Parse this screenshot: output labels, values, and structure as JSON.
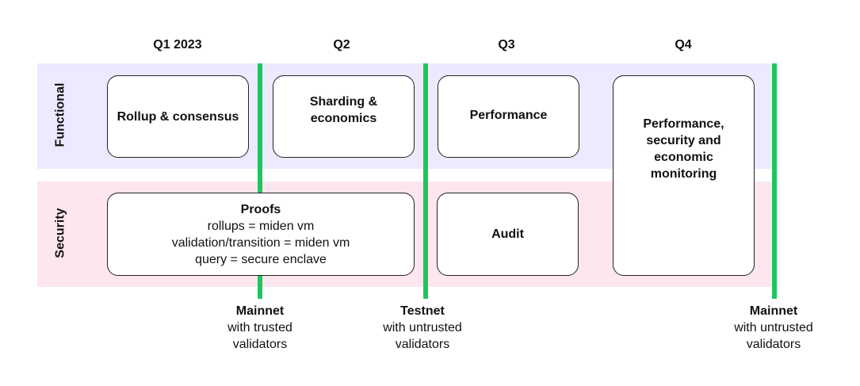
{
  "quarters": [
    "Q1 2023",
    "Q2",
    "Q3",
    "Q4"
  ],
  "rows": {
    "functional": "Functional",
    "security": "Security"
  },
  "functional_boxes": {
    "rollup": "Rollup & consensus",
    "sharding_line1": "Sharding &",
    "sharding_line2": "economics",
    "performance": "Performance"
  },
  "q4_box": {
    "line1": "Performance,",
    "line2": "security and",
    "line3": "economic",
    "line4": "monitoring"
  },
  "security_boxes": {
    "proofs_title": "Proofs",
    "proofs_line1": "rollups = miden vm",
    "proofs_line2": "validation/transition = miden vm",
    "proofs_line3": "query = secure enclave",
    "audit": "Audit"
  },
  "milestones": [
    {
      "title": "Mainnet",
      "line1": "with trusted",
      "line2": "validators"
    },
    {
      "title": "Testnet",
      "line1": "with untrusted",
      "line2": "validators"
    },
    {
      "title": "Mainnet",
      "line1": "with untrusted",
      "line2": "validators"
    }
  ],
  "colors": {
    "functional_band": "#ebeaff",
    "security_band": "#fde6ee",
    "milestone_line": "#1ec65c"
  }
}
